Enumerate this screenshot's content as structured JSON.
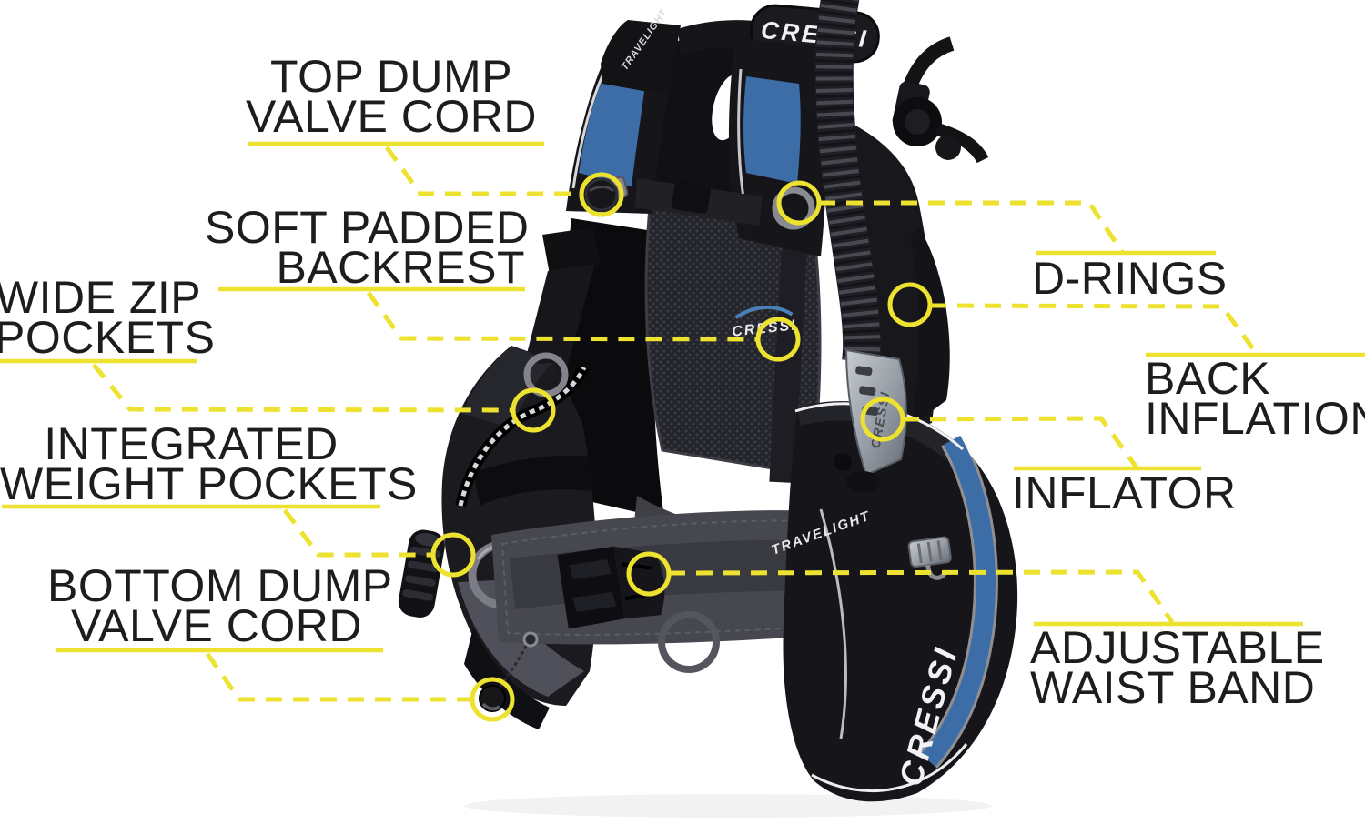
{
  "page": {
    "background": "#ffffff"
  },
  "accent": {
    "callout_yellow": "#ECE22F",
    "label_text": "#1d1d1d",
    "product_blue": "#3d6da6"
  },
  "labels": [
    {
      "id": "top-dump-valve-cord",
      "line1": "TOP DUMP",
      "line2": "VALVE CORD"
    },
    {
      "id": "soft-padded-backrest",
      "line1": "SOFT PADDED",
      "line2": "BACKREST"
    },
    {
      "id": "wide-zip-pockets",
      "line1": "WIDE ZIP",
      "line2": "POCKETS"
    },
    {
      "id": "integrated-weight-pockets",
      "line1": "INTEGRATED",
      "line2": "WEIGHT POCKETS"
    },
    {
      "id": "bottom-dump-valve-cord",
      "line1": "BOTTOM DUMP",
      "line2": "VALVE CORD"
    },
    {
      "id": "d-rings",
      "line1": "D-RINGS"
    },
    {
      "id": "back-inflation",
      "line1": "BACK",
      "line2": "INFLATION"
    },
    {
      "id": "inflator",
      "line1": "INFLATOR"
    },
    {
      "id": "adjustable-waist-band",
      "line1": "ADJUSTABLE",
      "line2": "WAIST BAND"
    }
  ],
  "product": {
    "brand_top": "CRESSI",
    "brand_backpad": "CRESSI",
    "brand_inflator": "CRESSI",
    "brand_pocket": "CRESSI",
    "model_strap": "TRAVELIGHT",
    "model_waist": "TRAVELIGHT"
  }
}
